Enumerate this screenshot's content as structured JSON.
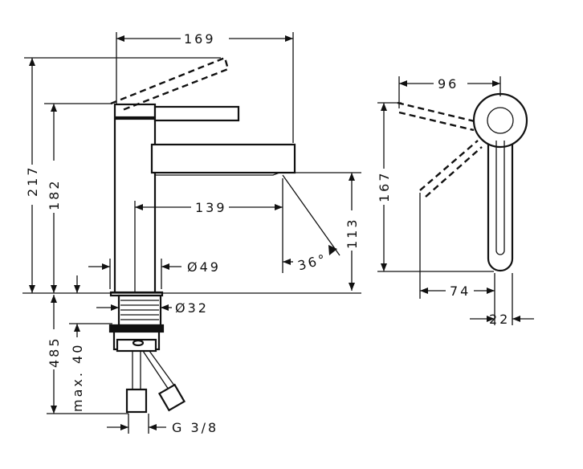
{
  "dimensions": {
    "width_total": "169",
    "height_total": "217",
    "height_body": "182",
    "spout_reach": "139",
    "spout_height": "113",
    "spray_angle": "36°",
    "body_diameter": "Ø49",
    "shank_diameter": "Ø32",
    "shank_length": "485",
    "max_deck": "max. 40",
    "connection": "G 3/8",
    "side_width": "96",
    "side_height": "167",
    "side_offset": "74",
    "handle_width": "22"
  },
  "colors": {
    "line": "#111111",
    "background": "#ffffff"
  }
}
